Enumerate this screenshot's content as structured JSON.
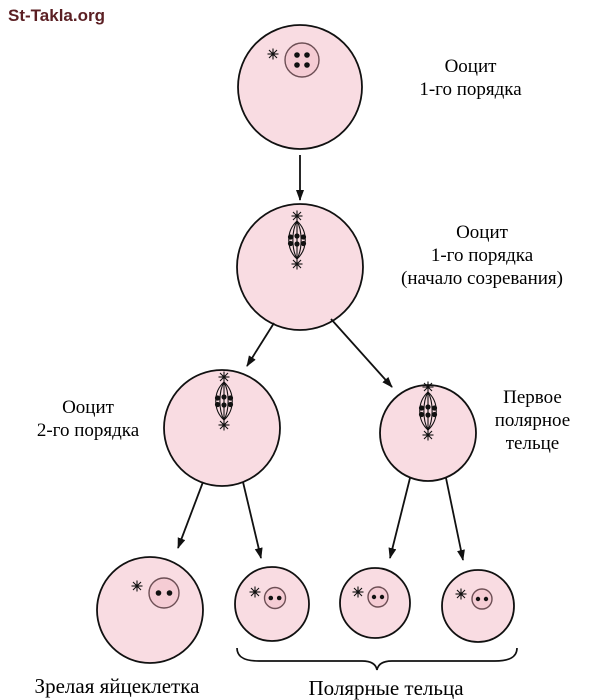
{
  "watermark": "St-Takla.org",
  "labels": {
    "oocyte1": {
      "lines": [
        "Ооцит",
        "1-го порядка"
      ]
    },
    "oocyte1_maturing": {
      "lines": [
        "Ооцит",
        "1-го порядка",
        "(начало созревания)"
      ]
    },
    "oocyte2": {
      "lines": [
        "Ооцит",
        "2-го порядка"
      ]
    },
    "first_polar_body": {
      "lines": [
        "Первое",
        "полярное",
        "тельце"
      ]
    },
    "mature_egg": "Зрелая яйцеклетка",
    "polar_bodies": "Полярные тельца"
  },
  "colors": {
    "cell_fill": "#f9dce2",
    "nucleus_fill": "#f5ccd4",
    "nucleus_stroke": "#6d4f55",
    "ink": "#111111",
    "watermark": "#5b1f23"
  }
}
